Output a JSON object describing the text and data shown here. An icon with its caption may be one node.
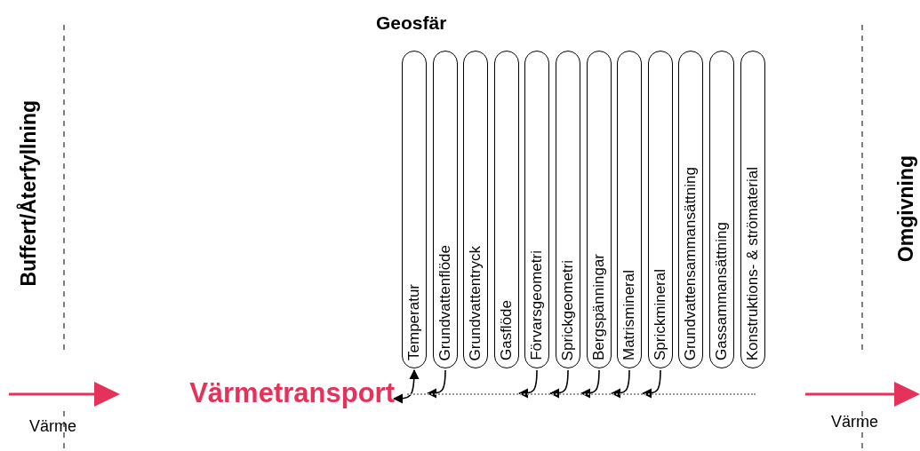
{
  "diagram": {
    "title": "Geosfär",
    "nodes": [
      {
        "text": [
          "Buffert/Återfyllning"
        ]
      },
      {
        "text": [
          "Omgivning"
        ]
      },
      {
        "text": [
          "Värmetransport"
        ]
      },
      {
        "text": [
          "Temperatur"
        ]
      },
      {
        "text": [
          "Grundvattenflöde"
        ]
      },
      {
        "text": [
          "Grundvattentryck"
        ]
      },
      {
        "text": [
          "Gasflöde"
        ]
      },
      {
        "text": [
          "Förvarsgeometri"
        ]
      },
      {
        "text": [
          "Sprickgeometri"
        ]
      },
      {
        "text": [
          "Bergspänningar"
        ]
      },
      {
        "text": [
          "Matrismineral"
        ]
      },
      {
        "text": [
          "Sprickmineral"
        ]
      },
      {
        "text": [
          "Grundvattensammansättning"
        ]
      },
      {
        "text": [
          "Gassammansättning"
        ]
      },
      {
        "text": [
          "Konstruktions- & strömaterial"
        ]
      },
      {
        "text": [],
        "shape": "bar"
      }
    ],
    "edges": [
      {
        "from": 3,
        "to": 2,
        "arrow": "both"
      },
      {
        "from": 4,
        "to": 15,
        "arrow": "to"
      },
      {
        "from": 7,
        "to": 15,
        "arrow": "to"
      },
      {
        "from": 8,
        "to": 15,
        "arrow": "to"
      },
      {
        "from": 9,
        "to": 15,
        "arrow": "to"
      },
      {
        "from": 10,
        "to": 15,
        "arrow": "to"
      },
      {
        "from": 11,
        "to": 15,
        "arrow": "to"
      }
    ],
    "labels": [
      "Värme",
      "Värme"
    ]
  }
}
